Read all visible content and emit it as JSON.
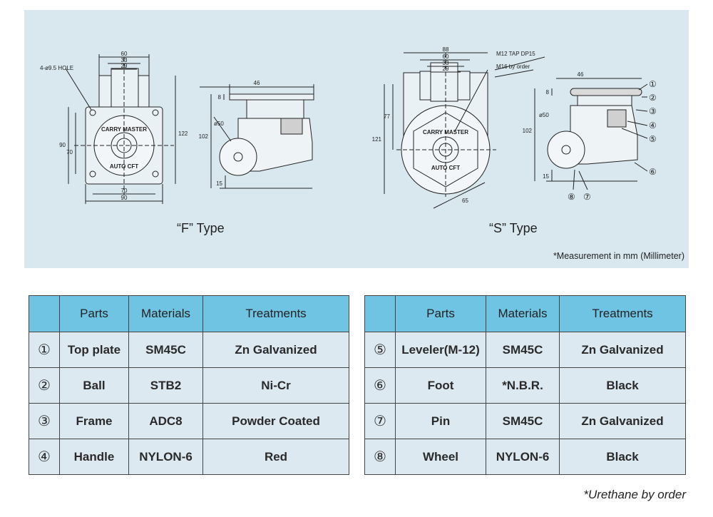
{
  "drawing": {
    "f_caption": "“F” Type",
    "s_caption": "“S” Type",
    "measure_note": "*Measurement in mm (Millimeter)",
    "hole_note": "4-ø9.5 HOLE",
    "tap_note": "M12 TAP DP15",
    "m16_note": "M16 by order",
    "brand_text": "CARRY MASTER",
    "brand_sub": "AUTO CFT",
    "f_dims": {
      "top60": "60",
      "top33": "33",
      "top29": "29",
      "w70": "70",
      "w90": "90",
      "h90": "90",
      "h70": "70",
      "h122": "122",
      "side46": "46",
      "side8": "8",
      "side102": "102",
      "side50": "ø50",
      "side15": "15"
    },
    "s_dims": {
      "top88": "88",
      "top60": "60",
      "top33": "33",
      "top29": "29",
      "h121": "121",
      "h77": "77",
      "d65": "65",
      "side46": "46",
      "side8": "8",
      "side102": "102",
      "side50": "ø50",
      "side15": "15"
    },
    "callouts": [
      "①",
      "②",
      "③",
      "④",
      "⑤",
      "⑥",
      "⑦",
      "⑧"
    ]
  },
  "table_left": {
    "headers": [
      "",
      "Parts",
      "Materials",
      "Treatments"
    ],
    "rows": [
      {
        "num": "①",
        "part": "Top plate",
        "material": "SM45C",
        "treatment": "Zn Galvanized"
      },
      {
        "num": "②",
        "part": "Ball",
        "material": "STB2",
        "treatment": "Ni-Cr"
      },
      {
        "num": "③",
        "part": "Frame",
        "material": "ADC8",
        "treatment": "Powder Coated"
      },
      {
        "num": "④",
        "part": "Handle",
        "material": "NYLON-6",
        "treatment": "Red"
      }
    ]
  },
  "table_right": {
    "headers": [
      "",
      "Parts",
      "Materials",
      "Treatments"
    ],
    "rows": [
      {
        "num": "⑤",
        "part": "Leveler(M-12)",
        "material": "SM45C",
        "treatment": "Zn Galvanized"
      },
      {
        "num": "⑥",
        "part": "Foot",
        "material": "*N.B.R.",
        "treatment": "Black"
      },
      {
        "num": "⑦",
        "part": "Pin",
        "material": "SM45C",
        "treatment": "Zn Galvanized"
      },
      {
        "num": "⑧",
        "part": "Wheel",
        "material": "NYLON-6",
        "treatment": "Black"
      }
    ]
  },
  "footnote": "*Urethane by order"
}
